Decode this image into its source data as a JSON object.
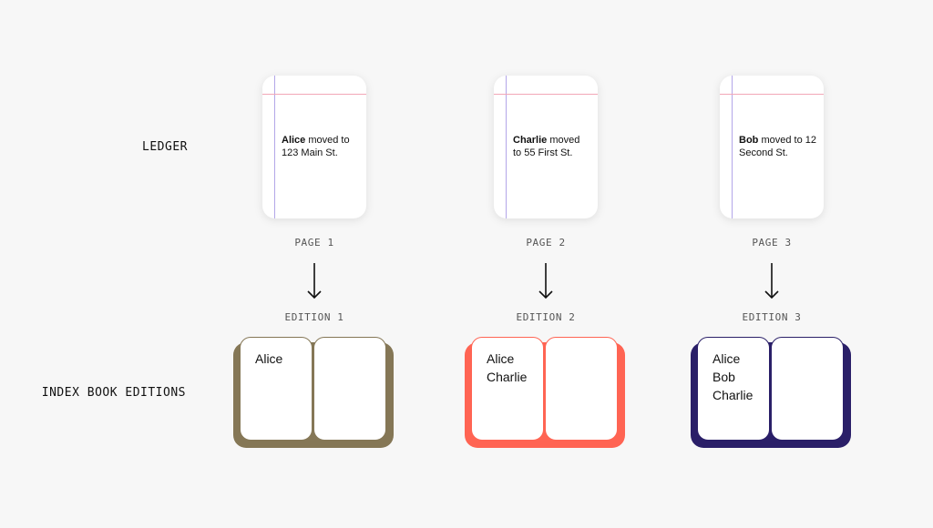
{
  "rows": {
    "ledger_label": "LEDGER",
    "editions_label": "INDEX BOOK EDITIONS"
  },
  "columns": [
    {
      "page": {
        "name": "Alice",
        "text": " moved to 123 Main St.",
        "caption": "PAGE 1"
      },
      "edition": {
        "caption": "EDITION 1",
        "names": [
          "Alice"
        ],
        "cover_color": "#857756"
      }
    },
    {
      "page": {
        "name": "Charlie",
        "text": " moved to 55 First St.",
        "caption": "PAGE 2"
      },
      "edition": {
        "caption": "EDITION 2",
        "names": [
          "Alice",
          "Charlie"
        ],
        "cover_color": "#ff6453"
      }
    },
    {
      "page": {
        "name": "Bob",
        "text": " moved to 12 Second St.",
        "caption": "PAGE 3"
      },
      "edition": {
        "caption": "EDITION 3",
        "names": [
          "Alice",
          "Bob",
          "Charlie"
        ],
        "cover_color": "#2a1f68"
      }
    }
  ],
  "colors": {
    "margin_line": "#b3a6e8",
    "header_line": "#f2a7b7",
    "arrow": "#111111"
  }
}
